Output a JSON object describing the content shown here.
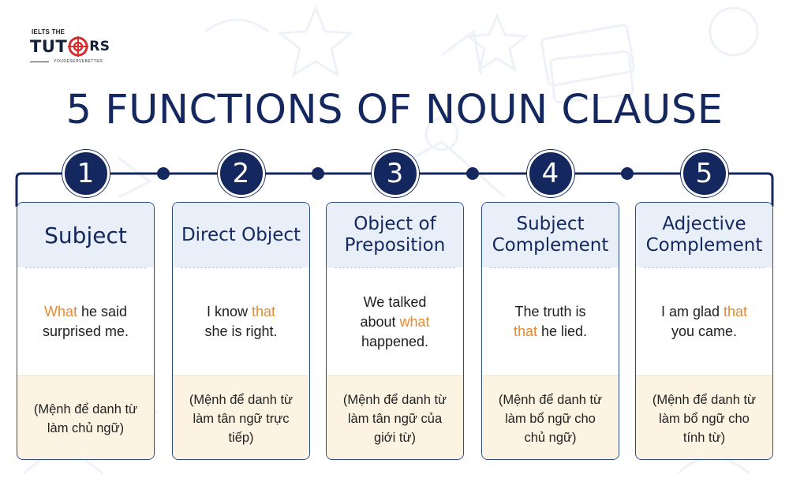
{
  "logo": {
    "top_text": "IELTS THE",
    "main_left": "TUT",
    "main_right": "RS",
    "tagline": "YOUDESERVEBETTER"
  },
  "title": "5 FUNCTIONS OF NOUN CLAUSE",
  "colors": {
    "navy": "#14285f",
    "highlight": "#e8892b",
    "header_bg": "#e9eff9",
    "footer_bg": "#fdf3e3"
  },
  "functions": [
    {
      "number": "1",
      "title": "Subject",
      "example": [
        {
          "text": "What",
          "hl": true
        },
        {
          "text": " he said surprised me.",
          "hl": false
        }
      ],
      "note": "(Mệnh để danh từ làm chủ ngữ)"
    },
    {
      "number": "2",
      "title": "Direct Object",
      "example": [
        {
          "text": "I know ",
          "hl": false
        },
        {
          "text": "that",
          "hl": true
        },
        {
          "text": " she is right.",
          "hl": false
        }
      ],
      "note": "(Mệnh để danh từ làm tân ngữ trực tiếp)"
    },
    {
      "number": "3",
      "title": "Object of Preposition",
      "example": [
        {
          "text": "We talked about ",
          "hl": false
        },
        {
          "text": "what",
          "hl": true
        },
        {
          "text": " happened.",
          "hl": false
        }
      ],
      "note": "(Mệnh để danh từ làm tân ngữ của giới từ)"
    },
    {
      "number": "4",
      "title": "Subject Complement",
      "example": [
        {
          "text": "The truth is ",
          "hl": false
        },
        {
          "text": "that",
          "hl": true
        },
        {
          "text": " he lied.",
          "hl": false
        }
      ],
      "note": "(Mệnh để danh từ làm bổ ngữ cho chủ ngữ)"
    },
    {
      "number": "5",
      "title": "Adjective Complement",
      "example": [
        {
          "text": "I am glad ",
          "hl": false
        },
        {
          "text": "that",
          "hl": true
        },
        {
          "text": " you came.",
          "hl": false
        }
      ],
      "note": "(Mệnh để danh từ làm bổ ngữ cho tính từ)"
    }
  ]
}
